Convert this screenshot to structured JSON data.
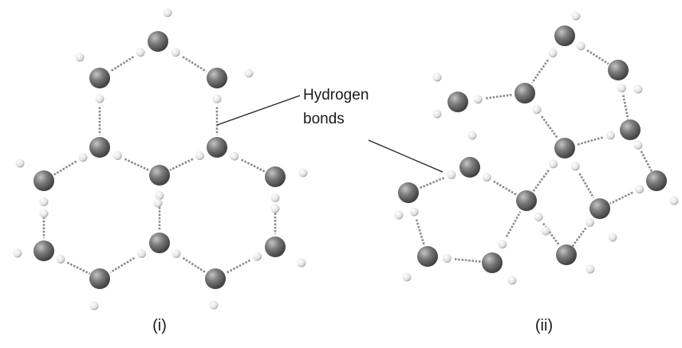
{
  "annotation": {
    "line1": "Hydrogen",
    "line2": "bonds"
  },
  "captions": {
    "left": "(i)",
    "right": "(ii)"
  },
  "colors": {
    "oxygen": "#6e6e6e",
    "hydrogen": "#e4e4e4",
    "bond": "#8a8a8a",
    "leader_line": "#222222"
  }
}
